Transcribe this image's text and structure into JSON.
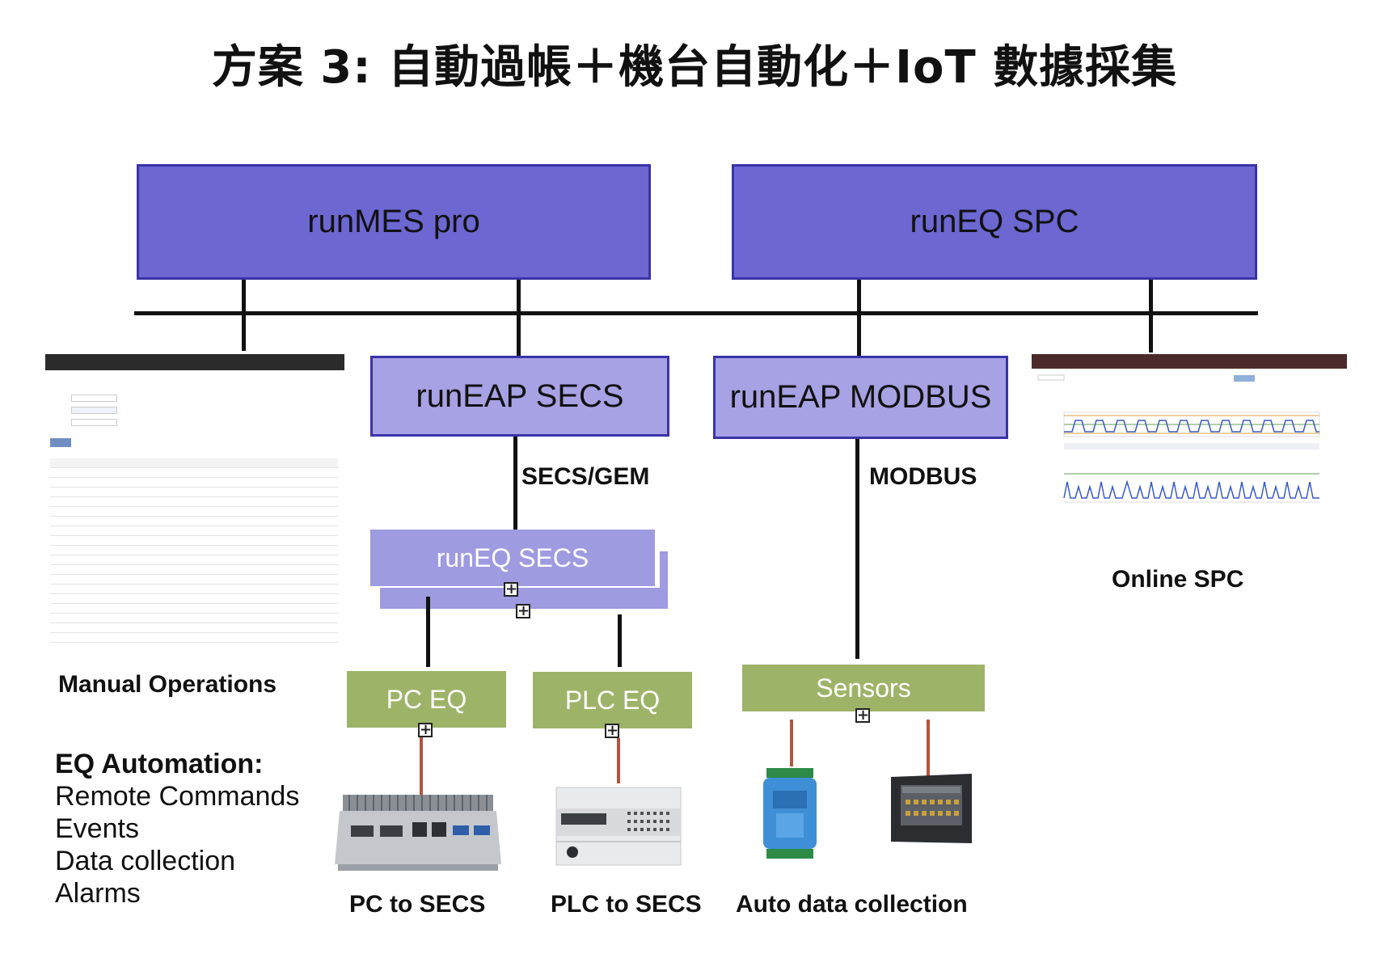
{
  "title": "方案 3: 自動過帳＋機台自動化＋IoT 數據採集",
  "boxes": {
    "runmes_pro": "runMES pro",
    "runeq_spc": "runEQ SPC",
    "runeap_secs": "runEAP SECS",
    "runeap_modbus": "runEAP MODBUS",
    "runeq_secs": "runEQ SECS",
    "pc_eq": "PC EQ",
    "plc_eq": "PLC EQ",
    "sensors": "Sensors"
  },
  "protocols": {
    "secs_gem": "SECS/GEM",
    "modbus": "MODBUS"
  },
  "labels": {
    "manual_operations": "Manual Operations",
    "online_spc": "Online SPC",
    "pc_to_secs": "PC to SECS",
    "plc_to_secs": "PLC to SECS",
    "auto_data_collection": "Auto data collection"
  },
  "eq_automation": {
    "heading": "EQ Automation:",
    "items": [
      "Remote Commands",
      "Events",
      "Data collection",
      "Alarms"
    ]
  },
  "colors": {
    "dark_box": "#6c67d1",
    "mid_box": "#a6a2e4",
    "light_box": "#9e9be0",
    "green_box": "#9db468",
    "border": "#3a33a8",
    "device_line": "#b5543f"
  },
  "icons": [
    "expand-plus-icon",
    "industrial-pc-image",
    "plc-image",
    "adam-module-image",
    "hmi-panel-image",
    "mes-screenshot",
    "spc-chart-screenshot"
  ]
}
